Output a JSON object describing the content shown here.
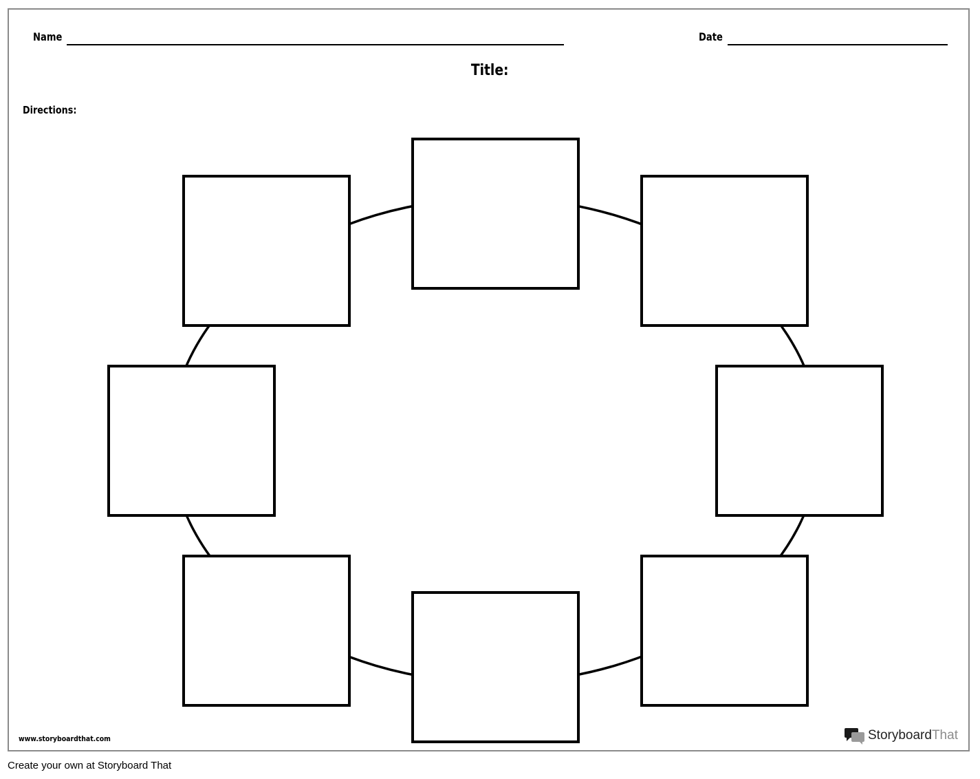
{
  "worksheet": {
    "name_label": "Name",
    "date_label": "Date",
    "title_label": "Title:",
    "directions_label": "Directions:",
    "website": "www.storyboardthat.com",
    "brand_dark": "Storyboard",
    "brand_light": "That"
  },
  "footer": {
    "caption": "Create your own at Storyboard That"
  }
}
